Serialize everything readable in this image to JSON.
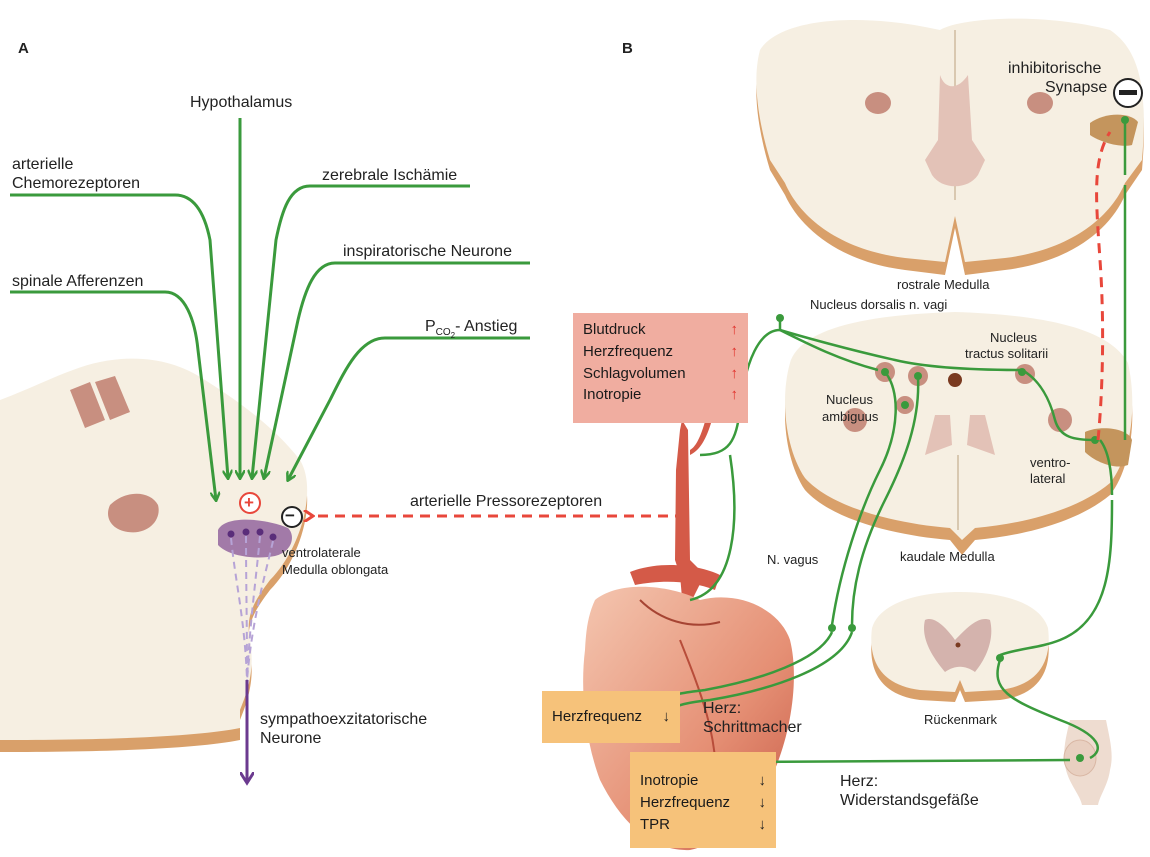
{
  "panel_a": {
    "label": "A",
    "inputs": {
      "hypothalamus": "Hypothalamus",
      "chemo_line1": "arterielle",
      "chemo_line2": "Chemorezeptoren",
      "ischemia": "zerebrale Ischämie",
      "inspiratory": "inspiratorische Neurone",
      "spinal": "spinale Afferenzen",
      "pco2_main": "P",
      "pco2_sub": "CO",
      "pco2_sub2": "2",
      "pco2_rest": "- Anstieg"
    },
    "plus_sign": "+",
    "minus_sign": "−",
    "pressoreceptors": "arterielle Pressorezeptoren",
    "vlm_line1": "ventrolaterale",
    "vlm_line2": "Medulla oblongata",
    "output_line1": "sympathoexzitatorische",
    "output_line2": "Neurone"
  },
  "panel_b": {
    "label": "B",
    "inhib_line1": "inhibitorische",
    "inhib_line2": "Synapse",
    "rostral": "rostrale Medulla",
    "ndv": "Nucleus dorsalis n. vagi",
    "nts_line1": "Nucleus",
    "nts_line2": "tractus solitarii",
    "amb_line1": "Nucleus",
    "amb_line2": "ambiguus",
    "vl_line1": "ventro-",
    "vl_line2": "lateral",
    "caudal": "kaudale Medulla",
    "vagus": "N. vagus",
    "spinal_cord": "Rückenmark",
    "pacemaker_line1": "Herz:",
    "pacemaker_line2": "Schrittmacher",
    "vessels_line1": "Herz:",
    "vessels_line2": "Widerstandsgefäße",
    "red_box": [
      "Blutdruck",
      "Herzfrequenz",
      "Schlagvolumen",
      "Inotropie"
    ],
    "orange_box1": "Herzfrequenz",
    "orange_box2": [
      "Inotropie",
      "Herzfrequenz",
      "TPR"
    ],
    "up_arrow": "↑",
    "down_arrow": "↓"
  },
  "colors": {
    "green": "#3a9a3c",
    "red_dashed": "#e8473b",
    "purple": "#6b3a8f",
    "tissue": "#f6efe2",
    "tissue_edge": "#d9a06a",
    "nucleus": "#c88f80"
  }
}
